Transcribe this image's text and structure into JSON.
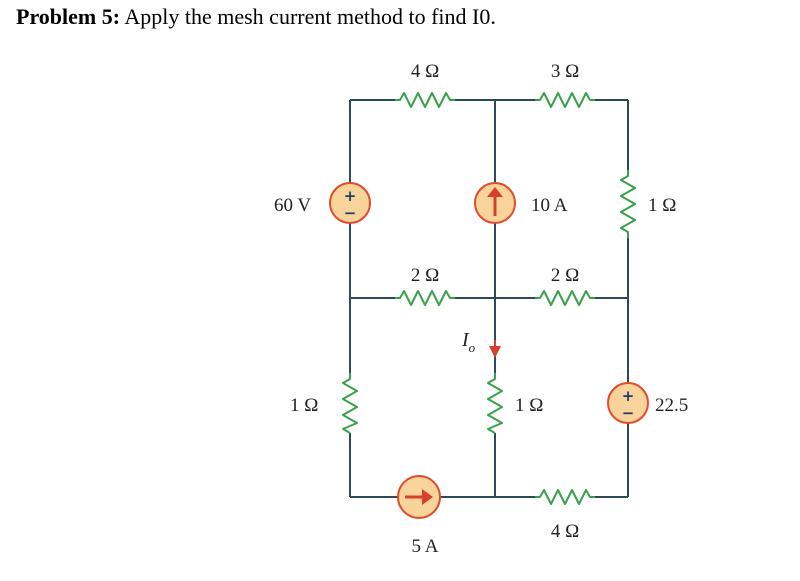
{
  "problem": {
    "label": "Problem 5:",
    "text": " Apply the mesh current method to find I0."
  },
  "components": {
    "r_top_left": "4 Ω",
    "r_top_right": "3 Ω",
    "r_mid_left": "2 Ω",
    "r_mid_right": "2 Ω",
    "r_right_upper": "1 Ω",
    "r_left_lower": "1 Ω",
    "r_center_lower": "1 Ω",
    "r_bottom_right": "4 Ω",
    "v_source_left": "60 V",
    "i_source_center": "10 A",
    "i_source_bottom": "5 A",
    "v_source_right": "22.5",
    "current_label": "I",
    "current_sub": "o"
  },
  "colors": {
    "wire": "#2d4b57",
    "resistor": "#3aa14a",
    "source_fill": "#f8d39a",
    "source_outline": "#e24a2a",
    "arrow": "#d6402b"
  },
  "icons": {
    "voltage_source": "circle-plus-minus-icon",
    "current_source": "circle-arrow-icon"
  }
}
